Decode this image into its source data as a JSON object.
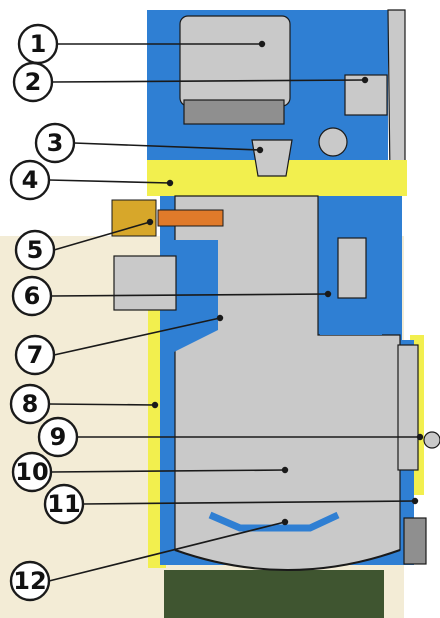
{
  "diagram": {
    "colors": {
      "cream": "#f3ecd6",
      "blue": "#2f7fd3",
      "yellow": "#f2ef4e",
      "gray": "#c9c9c9",
      "green": "#3f5530",
      "outline": "#1a1a1a",
      "spring": "#e07a2a",
      "brass": "#d7a72a"
    },
    "callouts": [
      {
        "label": "1"
      },
      {
        "label": "2"
      },
      {
        "label": "3"
      },
      {
        "label": "4"
      },
      {
        "label": "5"
      },
      {
        "label": "6"
      },
      {
        "label": "7"
      },
      {
        "label": "8"
      },
      {
        "label": "9"
      },
      {
        "label": "10"
      },
      {
        "label": "11"
      },
      {
        "label": "12"
      }
    ]
  }
}
